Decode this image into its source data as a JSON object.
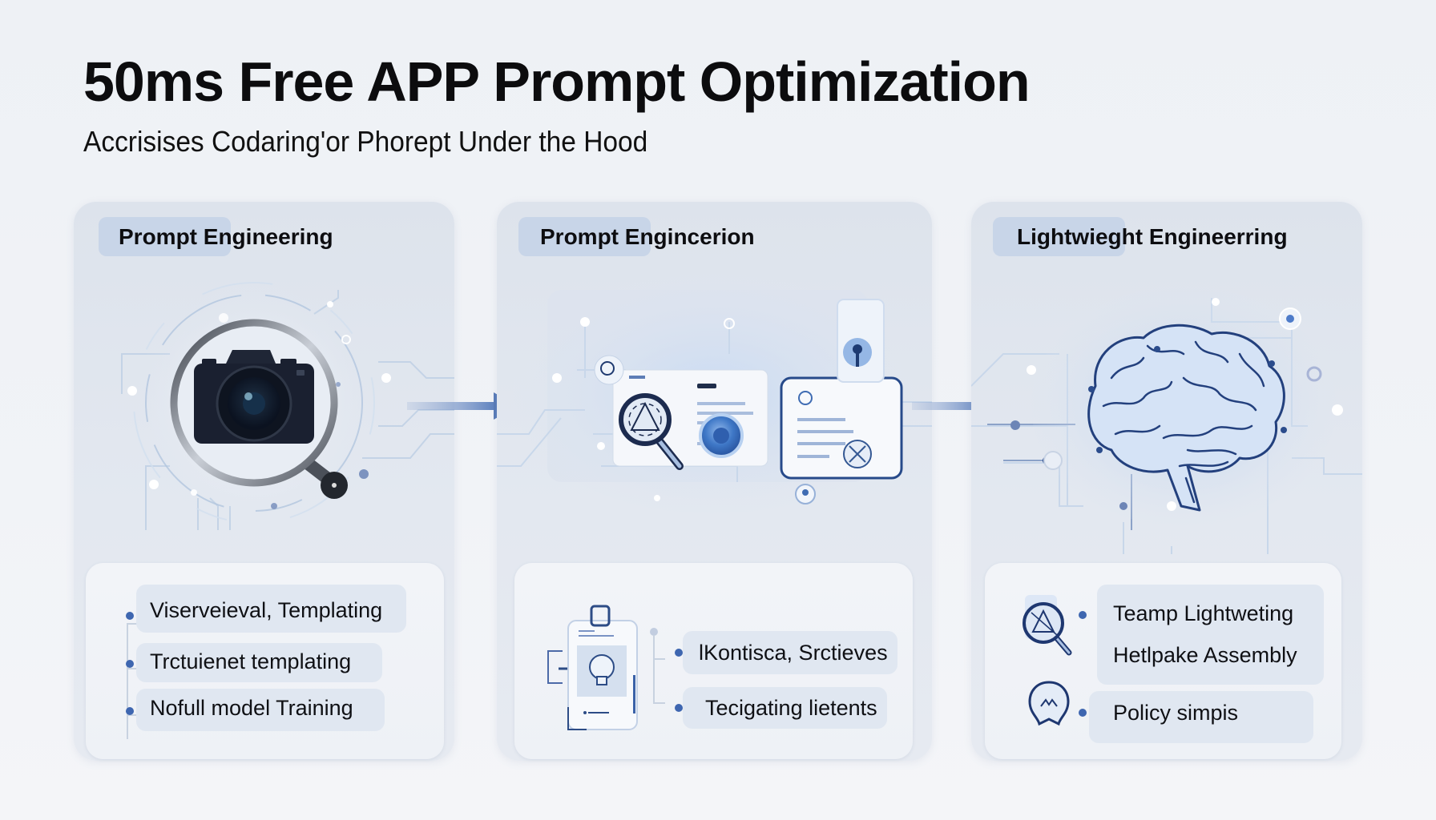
{
  "header": {
    "title": "50ms Free APP Prompt Optimization",
    "subtitle": "Accrisises Codaring'or Phorept Under the Hood"
  },
  "colors": {
    "background": "#f0f2f6",
    "card_bg": "#e1e6ee",
    "tag_bg": "#c8d5e8",
    "pill_bg": "#e0e7f1",
    "accent": "#3e66b0",
    "arrow": "#5b7fbd"
  },
  "flow": {
    "arrows": [
      {
        "from": "card-1",
        "to": "card-2",
        "icon": "arrow-right-icon"
      },
      {
        "from": "card-2",
        "to": "card-3",
        "icon": "arrow-right-icon"
      }
    ]
  },
  "cards": [
    {
      "title": "Prompt Engineering",
      "illustration": "camera-magnifier-icon",
      "items": [
        "Viserveieval, Templating",
        "Trctuienet templating",
        "Nofull model Training"
      ]
    },
    {
      "title": "Prompt Engincerion",
      "illustration": "document-search-panels-icon",
      "panel_icon": "lightbulb-clipboard-icon",
      "items": [
        "lKontisca, Srctieves",
        "Tecigating lietents"
      ]
    },
    {
      "title": "Lightwieght Engineerring",
      "illustration": "brain-circuit-icon",
      "panel_icons": [
        "magnifier-triangle-icon",
        "lightbulb-badge-icon"
      ],
      "items": [
        "Teamp Lightweting",
        "Hetlpake Assembly",
        "Policy simpis"
      ]
    }
  ]
}
